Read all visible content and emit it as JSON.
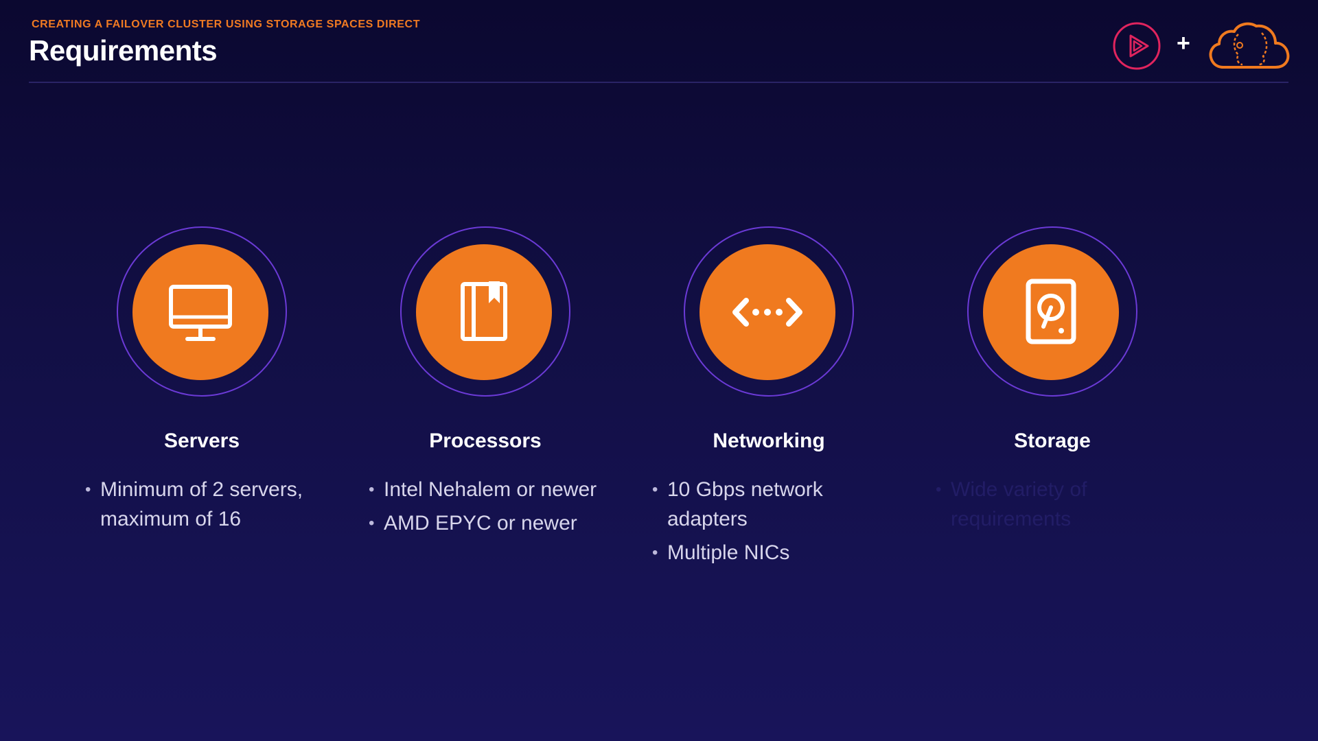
{
  "header": {
    "eyebrow": "CREATING A FAILOVER CLUSTER USING STORAGE SPACES DIRECT",
    "title": "Requirements",
    "plus": "+"
  },
  "logos": {
    "left_icon": "play-logo-icon",
    "right_icon": "cloud-brain-logo-icon"
  },
  "colors": {
    "accent": "#f07a1f",
    "ring": "#6b3ad6",
    "background": "#120f45"
  },
  "cards": [
    {
      "title": "Servers",
      "icon": "monitor-icon",
      "bullets": [
        "Minimum of 2 servers, maximum of 16"
      ]
    },
    {
      "title": "Processors",
      "icon": "book-icon",
      "bullets": [
        "Intel Nehalem or newer",
        "AMD EPYC or newer"
      ]
    },
    {
      "title": "Networking",
      "icon": "network-arrows-icon",
      "bullets": [
        "10 Gbps network adapters",
        "Multiple NICs"
      ]
    },
    {
      "title": "Storage",
      "icon": "hard-drive-icon",
      "bullets": [
        "Wide variety of requirements"
      ]
    }
  ]
}
